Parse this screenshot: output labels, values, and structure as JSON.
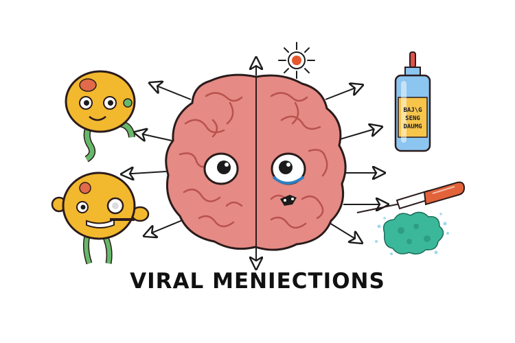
{
  "caption": "VIRAL MENIECTIONS",
  "bottle_label": [
    "BAJ\\G",
    "SENG",
    "DAUMG"
  ],
  "colors": {
    "brain": "#E58A84",
    "brain_dark": "#C8615E",
    "brain_outline": "#2A1B1B",
    "microbe_yellow": "#F2B82E",
    "microbe_green": "#67B86A",
    "bottle_blue": "#8CC5F0",
    "bottle_cap": "#E0524A",
    "label_yellow": "#F6C54A",
    "syringe_orange": "#E2633A",
    "spore_teal": "#3BB89A",
    "sun_red": "#E5572C"
  },
  "icons": [
    "brain-icon",
    "microbe-icon",
    "germ-icon",
    "bottle-icon",
    "syringe-icon",
    "spore-cluster-icon",
    "virus-sun-icon"
  ]
}
